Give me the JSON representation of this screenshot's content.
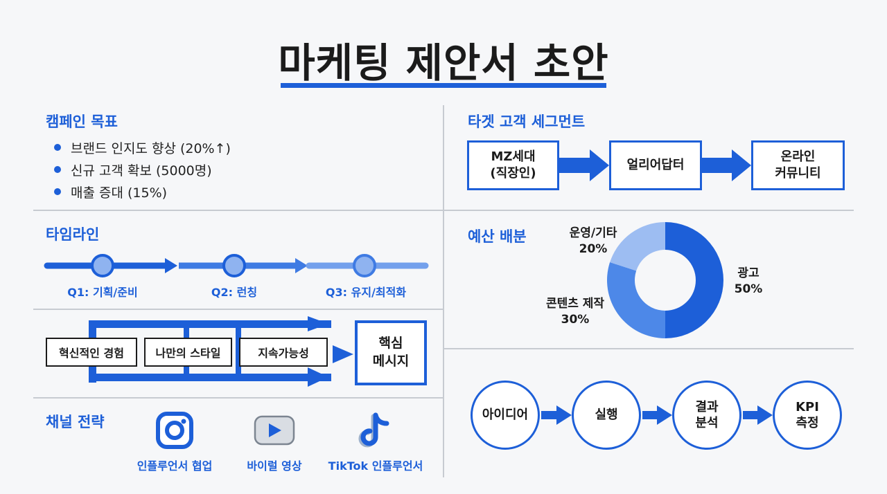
{
  "title": "마케팅 제안서 초안",
  "campaign": {
    "title": "캠페인 목표",
    "items": [
      "브랜드 인지도 향상 (20%↑)",
      "신규 고객 확보 (5000명)",
      "매출 증대 (15%)"
    ]
  },
  "target": {
    "title": "타겟 고객 세그먼트",
    "segments": [
      {
        "line1": "MZ세대",
        "line2": "(직장인)"
      },
      {
        "line1": "얼리어답터",
        "line2": ""
      },
      {
        "line1": "온라인",
        "line2": "커뮤니티"
      }
    ]
  },
  "timeline": {
    "title": "타임라인",
    "milestones": [
      "Q1: 기획/준비",
      "Q2: 런칭",
      "Q3: 유지/최적화"
    ]
  },
  "message": {
    "items": [
      "혁신적인 경험",
      "나만의 스타일",
      "지속가능성"
    ],
    "core_line1": "핵심",
    "core_line2": "메시지"
  },
  "channels": {
    "title": "채널 전략",
    "items": [
      {
        "label": "인플루언서 협업",
        "icon": "instagram-icon"
      },
      {
        "label": "바이럴 영상",
        "icon": "youtube-icon"
      },
      {
        "label": "TikTok 인플루언서",
        "icon": "tiktok-icon"
      }
    ]
  },
  "budget": {
    "title": "예산 배분"
  },
  "chart_data": {
    "type": "pie",
    "variant": "donut",
    "categories": [
      "광고",
      "콘텐츠 제작",
      "운영/기타"
    ],
    "values": [
      50,
      30,
      20
    ],
    "labels": [
      "50%",
      "30%",
      "20%"
    ],
    "colors": [
      "#1d5fd8",
      "#4d88e8",
      "#9dbdf2"
    ]
  },
  "process": {
    "steps": [
      {
        "line1": "아이디어",
        "line2": ""
      },
      {
        "line1": "실행",
        "line2": ""
      },
      {
        "line1": "결과",
        "line2": "분석"
      },
      {
        "line1": "KPI",
        "line2": "측정"
      }
    ]
  },
  "colors": {
    "accent": "#1d5fd8",
    "divider": "#c7cbd1"
  }
}
